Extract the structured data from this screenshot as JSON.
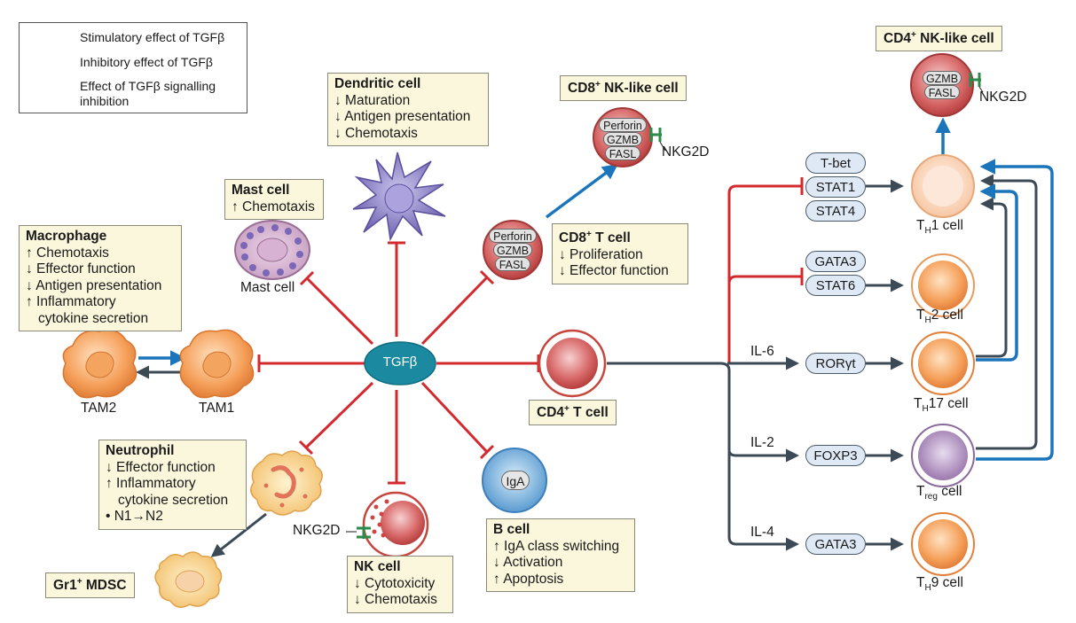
{
  "legend": {
    "stimulatory": "Stimulatory effect of TGFβ",
    "inhibitory": "Inhibitory effect of TGFβ",
    "signalling_line1": "Effect of TGFβ signalling",
    "signalling_line2": "inhibition"
  },
  "center": {
    "label": "TGFβ"
  },
  "colors": {
    "stimulatory": "#3c4a56",
    "inhibitory": "#d32a2f",
    "signalling": "#1b75bb",
    "box_fill": "#fbf7dc",
    "tgfb_fill": "#1b8aa0"
  },
  "macrophage": {
    "title": "Macrophage",
    "lines": [
      "↑ Chemotaxis",
      "↓ Effector function",
      "↓ Antigen presentation",
      "↑ Inflammatory",
      "cytokine secretion"
    ],
    "tam2_label": "TAM2",
    "tam1_label": "TAM1"
  },
  "mast": {
    "title": "Mast cell",
    "lines": [
      "↑ Chemotaxis"
    ],
    "cell_label": "Mast cell"
  },
  "dendritic": {
    "title": "Dendritic cell",
    "lines": [
      "↓ Maturation",
      "↓ Antigen presentation",
      "↓ Chemotaxis"
    ]
  },
  "cd8_nk": {
    "title_main": "CD8",
    "title_sup": "+",
    "title_rest": " NK-like cell",
    "chips": [
      "Perforin",
      "GZMB",
      "FASL"
    ],
    "receptor": "NKG2D"
  },
  "cd8_t": {
    "title_main": "CD8",
    "title_sup": "+",
    "title_rest": " T cell",
    "lines": [
      "↓ Proliferation",
      "↓ Effector function"
    ],
    "chips": [
      "Perforin",
      "GZMB",
      "FASL"
    ]
  },
  "cd4_t": {
    "title_main": "CD4",
    "title_sup": "+",
    "title_rest": " T cell"
  },
  "neutrophil": {
    "title": "Neutrophil",
    "lines": [
      "↓ Effector function",
      "↑ Inflammatory",
      "cytokine secretion",
      "• N1→N2"
    ]
  },
  "mdsc": {
    "title_main": "Gr1",
    "title_sup": "+",
    "title_rest": " MDSC"
  },
  "nk": {
    "title": "NK cell",
    "lines": [
      "↓ Cytotoxicity",
      "↓ Chemotaxis"
    ],
    "receptor": "NKG2D"
  },
  "bcell": {
    "title": "B cell",
    "lines": [
      "↑ IgA class switching",
      "↓ Activation",
      "↑ Apoptosis"
    ],
    "chip": "IgA"
  },
  "cd4_nk": {
    "title_main": "CD4",
    "title_sup": "+",
    "title_rest": " NK-like cell",
    "chips": [
      "GZMB",
      "FASL"
    ],
    "receptor": "NKG2D"
  },
  "factors": {
    "th1": [
      "T-bet",
      "STAT1",
      "STAT4"
    ],
    "th2": [
      "GATA3",
      "STAT6"
    ],
    "th17": "RORγt",
    "treg": "FOXP3",
    "th9": "GATA3"
  },
  "cytokines": {
    "il6": "IL-6",
    "il2": "IL-2",
    "il4": "IL-4"
  },
  "th_cells": {
    "th1": {
      "t": "T",
      "sub": "H",
      "rest": "1 cell"
    },
    "th2": {
      "t": "T",
      "sub": "H",
      "rest": "2 cell"
    },
    "th17": {
      "t": "T",
      "sub": "H",
      "rest": "17 cell"
    },
    "treg": {
      "t": "T",
      "sub": "reg",
      "rest": " cell"
    },
    "th9": {
      "t": "T",
      "sub": "H",
      "rest": "9 cell"
    }
  }
}
